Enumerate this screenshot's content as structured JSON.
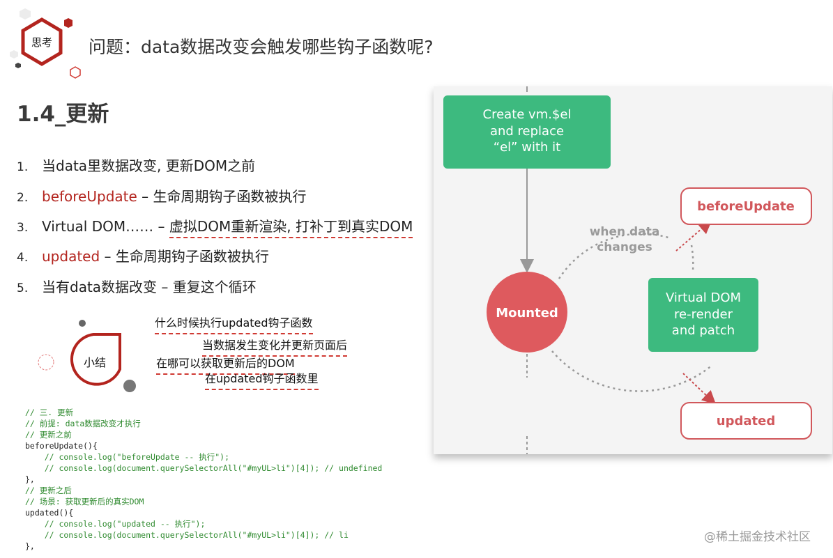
{
  "header": {
    "badge_label": "思考",
    "question": "问题：data数据改变会触发哪些钩子函数呢?"
  },
  "section_title": "1.4_更新",
  "list": [
    {
      "num": "1.",
      "parts": [
        {
          "text": "当data里数据改变, 更新DOM之前",
          "style": "normal"
        }
      ]
    },
    {
      "num": "2.",
      "parts": [
        {
          "text": "beforeUpdate",
          "style": "red"
        },
        {
          "text": " – 生命周期钩子函数被执行",
          "style": "normal"
        }
      ]
    },
    {
      "num": "3.",
      "parts": [
        {
          "text": "Virtual DOM…… – ",
          "style": "normal"
        },
        {
          "text": "虚拟DOM重新渲染, 打补丁到真实DOM",
          "style": "underline"
        }
      ]
    },
    {
      "num": "4.",
      "parts": [
        {
          "text": "updated",
          "style": "red"
        },
        {
          "text": " – 生命周期钩子函数被执行",
          "style": "normal"
        }
      ]
    },
    {
      "num": "5.",
      "parts": [
        {
          "text": "当有data数据改变 – 重复这个循环",
          "style": "normal"
        }
      ]
    }
  ],
  "summary": {
    "icon_label": "小结",
    "lines": [
      "什么时候执行updated钩子函数",
      "当数据发生变化并更新页面后",
      "在哪可以获取更新后的DOM",
      "在updated钩子函数里"
    ]
  },
  "code_lines": [
    {
      "text": "// 三. 更新",
      "type": "comment"
    },
    {
      "text": "// 前提: data数据改变才执行",
      "type": "comment"
    },
    {
      "text": "// 更新之前",
      "type": "comment"
    },
    {
      "text": "beforeUpdate(){",
      "type": "code"
    },
    {
      "text": "    // console.log(\"beforeUpdate -- 执行\");",
      "type": "comment"
    },
    {
      "text": "    // console.log(document.querySelectorAll(\"#myUL>li\")[4]); // undefined",
      "type": "comment"
    },
    {
      "text": "},",
      "type": "code"
    },
    {
      "text": "// 更新之后",
      "type": "comment"
    },
    {
      "text": "// 场景: 获取更新后的真实DOM",
      "type": "comment"
    },
    {
      "text": "updated(){",
      "type": "code"
    },
    {
      "text": "    // console.log(\"updated -- 执行\");",
      "type": "comment"
    },
    {
      "text": "    // console.log(document.querySelectorAll(\"#myUL>li\")[4]); // li",
      "type": "comment"
    },
    {
      "text": "},",
      "type": "code"
    }
  ],
  "diagram": {
    "create_box": [
      "Create vm.$el",
      "and replace",
      "“el” with it"
    ],
    "mounted": "Mounted",
    "when_data": [
      "when data",
      "changes"
    ],
    "vdom_box": [
      "Virtual DOM",
      "re-render",
      "and patch"
    ],
    "before_update": "beforeUpdate",
    "updated": "updated",
    "colors": {
      "green": "#3dba7f",
      "red": "#de5a5e",
      "box_border": "#d1575b"
    }
  },
  "watermark": "@稀土掘金技术社区"
}
